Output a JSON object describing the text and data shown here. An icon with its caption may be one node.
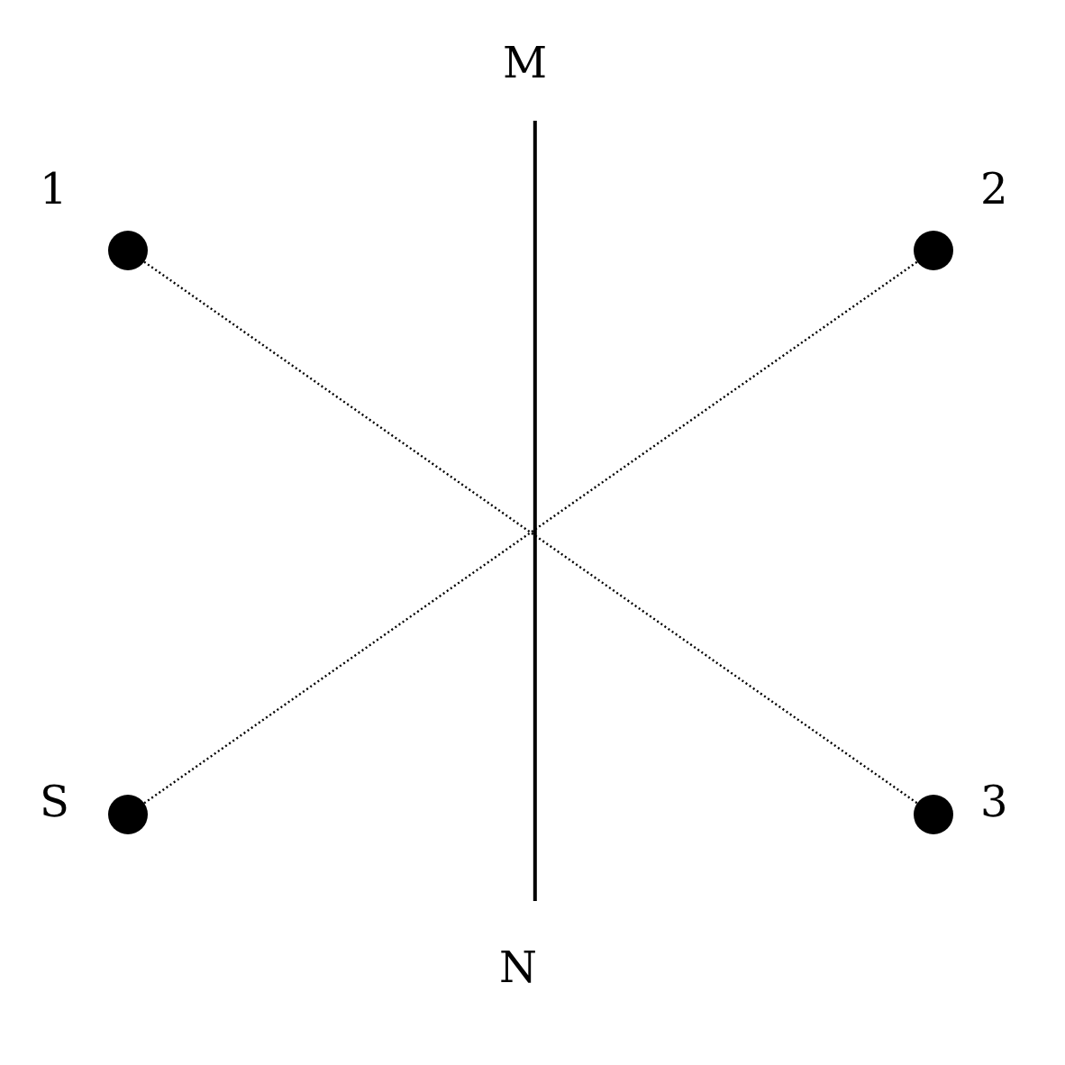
{
  "diagram": {
    "nodes": [
      {
        "text": [
          "M"
        ]
      },
      {
        "text": [],
        "shape": "circle",
        "beside": [
          "1"
        ]
      },
      {
        "text": [],
        "shape": "circle",
        "beside": [
          "2"
        ]
      },
      {
        "text": [],
        "shape": "circle",
        "beside": [
          "S"
        ]
      },
      {
        "text": [],
        "shape": "circle",
        "beside": [
          "3"
        ]
      },
      {
        "text": [
          "N"
        ]
      }
    ],
    "edges": [
      {
        "from": 1,
        "to": 4,
        "arrow": "none",
        "style": "dashed"
      },
      {
        "from": 3,
        "to": 2,
        "arrow": "none",
        "style": "dashed"
      },
      {
        "from": 0,
        "to": 5,
        "arrow": "none"
      }
    ]
  }
}
